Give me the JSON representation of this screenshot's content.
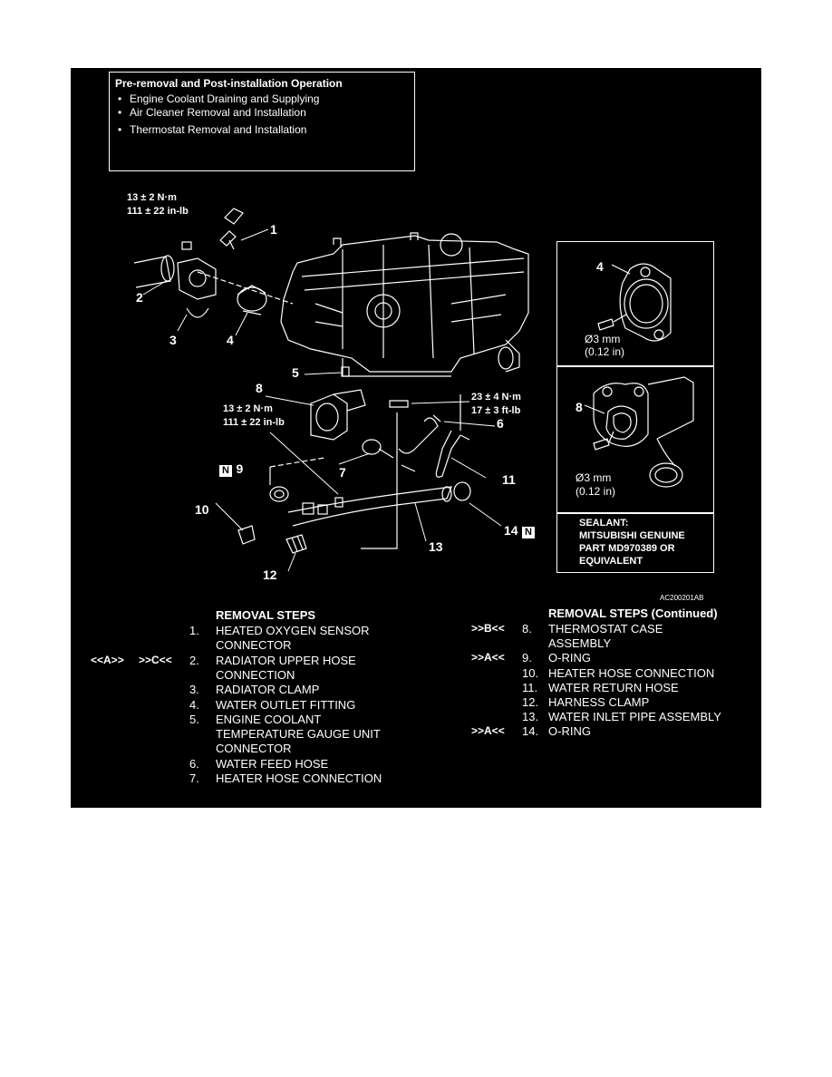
{
  "pre_removal": {
    "title": "Pre-removal and Post-installation Operation",
    "items": [
      "Engine Coolant Draining and Supplying",
      "Air Cleaner Removal and Installation",
      "Thermostat Removal and Installation"
    ]
  },
  "torques": {
    "t1": {
      "nm": "13 ± 2 N·m",
      "imp": "111 ± 22 in-lb"
    },
    "t2": {
      "nm": "13 ± 2 N·m",
      "imp": "111 ± 22 in-lb"
    },
    "t3": {
      "nm": "23 ± 4 N·m",
      "imp": "17 ± 3 ft-lb"
    }
  },
  "callouts": [
    "1",
    "2",
    "3",
    "4",
    "5",
    "6",
    "7",
    "8",
    "9",
    "10",
    "11",
    "12",
    "13",
    "14"
  ],
  "n_badge": "N",
  "inset_top": {
    "num": "4",
    "dia": "Ø3 mm",
    "in": "(0.12 in)"
  },
  "inset_mid": {
    "num": "8",
    "dia": "Ø3 mm",
    "in": "(0.12 in)"
  },
  "sealant": [
    "SEALANT:",
    "MITSUBISHI GENUINE",
    "PART MD970389 OR",
    "EQUIVALENT"
  ],
  "figure_number": "AC200201AB",
  "steps_left": {
    "title": "REMOVAL STEPS",
    "rows": [
      {
        "mark1": "",
        "mark2": "",
        "n": "1.",
        "lines": [
          "HEATED OXYGEN SENSOR",
          "CONNECTOR"
        ]
      },
      {
        "mark1": "<<A>>",
        "mark2": ">>C<<",
        "n": "2.",
        "lines": [
          "RADIATOR UPPER HOSE",
          "CONNECTION"
        ]
      },
      {
        "mark1": "",
        "mark2": "",
        "n": "3.",
        "lines": [
          "RADIATOR CLAMP"
        ]
      },
      {
        "mark1": "",
        "mark2": "",
        "n": "4.",
        "lines": [
          "WATER OUTLET FITTING"
        ]
      },
      {
        "mark1": "",
        "mark2": "",
        "n": "5.",
        "lines": [
          "ENGINE COOLANT",
          "TEMPERATURE GAUGE UNIT",
          "CONNECTOR"
        ]
      },
      {
        "mark1": "",
        "mark2": "",
        "n": "6.",
        "lines": [
          "WATER FEED HOSE"
        ]
      },
      {
        "mark1": "",
        "mark2": "",
        "n": "7.",
        "lines": [
          "HEATER HOSE CONNECTION"
        ]
      }
    ]
  },
  "steps_right": {
    "title": "REMOVAL STEPS (Continued)",
    "rows": [
      {
        "mark": ">>B<<",
        "n": "8.",
        "lines": [
          "THERMOSTAT CASE",
          "ASSEMBLY"
        ]
      },
      {
        "mark": ">>A<<",
        "n": "9.",
        "lines": [
          "O-RING"
        ]
      },
      {
        "mark": "",
        "n": "10.",
        "lines": [
          "HEATER HOSE CONNECTION"
        ]
      },
      {
        "mark": "",
        "n": "11.",
        "lines": [
          "WATER RETURN HOSE"
        ]
      },
      {
        "mark": "",
        "n": "12.",
        "lines": [
          "HARNESS CLAMP"
        ]
      },
      {
        "mark": "",
        "n": "13.",
        "lines": [
          "WATER INLET PIPE ASSEMBLY"
        ]
      },
      {
        "mark": ">>A<<",
        "n": "14.",
        "lines": [
          "O-RING"
        ]
      }
    ]
  }
}
